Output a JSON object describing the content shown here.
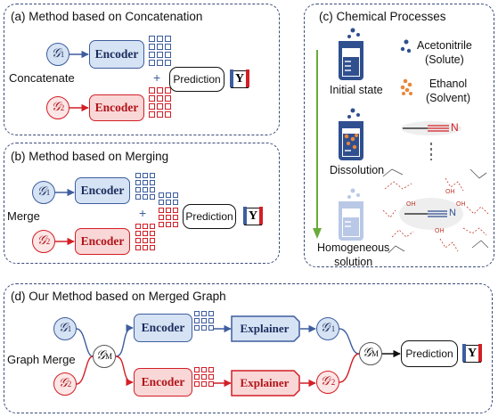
{
  "panel_a": {
    "title": "(a) Method based on Concatenation",
    "g1": "𝒢",
    "g1_sub": "1",
    "g2": "𝒢",
    "g2_sub": "2",
    "encoder_top": "Encoder",
    "encoder_bottom": "Encoder",
    "op_label": "Concatenate",
    "plus": "+",
    "prediction": "Prediction",
    "y": "Y"
  },
  "panel_b": {
    "title": "(b) Method based on Merging",
    "g1": "𝒢",
    "g1_sub": "1",
    "g2": "𝒢",
    "g2_sub": "2",
    "encoder_top": "Encoder",
    "encoder_bottom": "Encoder",
    "op_label": "Merge",
    "plus": "+",
    "prediction": "Prediction",
    "y": "Y"
  },
  "panel_c": {
    "title": "(c) Chemical Processes",
    "states": [
      "Initial state",
      "Dissolution",
      "Homogeneous\nsolution"
    ],
    "legend": [
      {
        "label": "Acetonitrile\n(Solute)",
        "color": "#2f4f8f"
      },
      {
        "label": "Ethanol\n(Solvent)",
        "color": "#e8873a"
      }
    ],
    "atom_label": "N",
    "oh_label": "OH"
  },
  "panel_d": {
    "title": "(d) Our Method based on Merged Graph",
    "g1": "𝒢",
    "g1_sub": "1",
    "g2": "𝒢",
    "g2_sub": "2",
    "gm": "𝒢",
    "gm_sub": "M",
    "g1p": "𝒢",
    "g1p_sub": "1",
    "g2p": "𝒢",
    "g2p_sub": "2",
    "prime": "′",
    "op_label": "Graph Merge",
    "encoder_top": "Encoder",
    "encoder_bottom": "Encoder",
    "explainer_top": "Explainer",
    "explainer_bottom": "Explainer",
    "prediction": "Prediction",
    "y": "Y"
  },
  "colors": {
    "blue": "#3d5d9e",
    "red": "#d21f26",
    "green_arrow": "#6aab3a",
    "border": "#3b4a7a"
  }
}
